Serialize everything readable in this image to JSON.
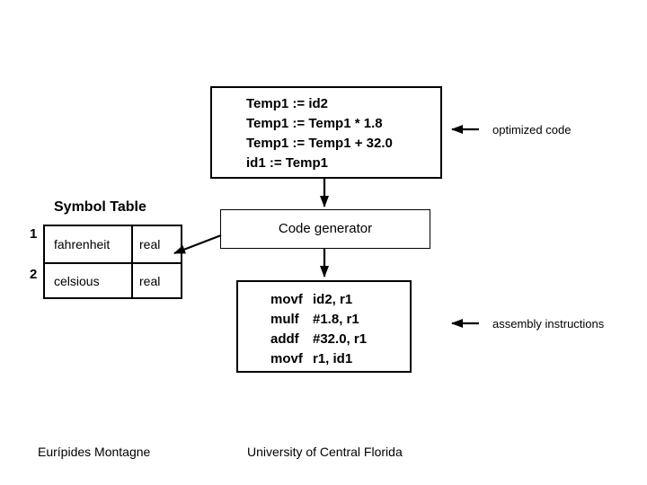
{
  "slide": {
    "background": "#ffffff",
    "text_color": "#000000"
  },
  "optimized_code": {
    "lines": [
      "Temp1 := id2",
      "Temp1 := Temp1 * 1.8",
      "Temp1 := Temp1 + 32.0",
      "id1 := Temp1"
    ],
    "label": "optimized code"
  },
  "symbol_table": {
    "title": "Symbol Table",
    "rows": [
      {
        "index": "1",
        "name": "fahrenheit",
        "type": "real"
      },
      {
        "index": "2",
        "name": "celsious",
        "type": "real"
      }
    ]
  },
  "code_generator": {
    "label": "Code generator"
  },
  "assembly_code": {
    "lines": [
      {
        "op": "movf",
        "args": "id2, r1"
      },
      {
        "op": "mulf",
        "args": "#1.8, r1"
      },
      {
        "op": "addf",
        "args": "#32.0, r1"
      },
      {
        "op": "movf",
        "args": "r1, id1"
      }
    ],
    "label": "assembly instructions"
  },
  "footer": {
    "author": "Eurípides Montagne",
    "institution": "University of Central Florida"
  }
}
